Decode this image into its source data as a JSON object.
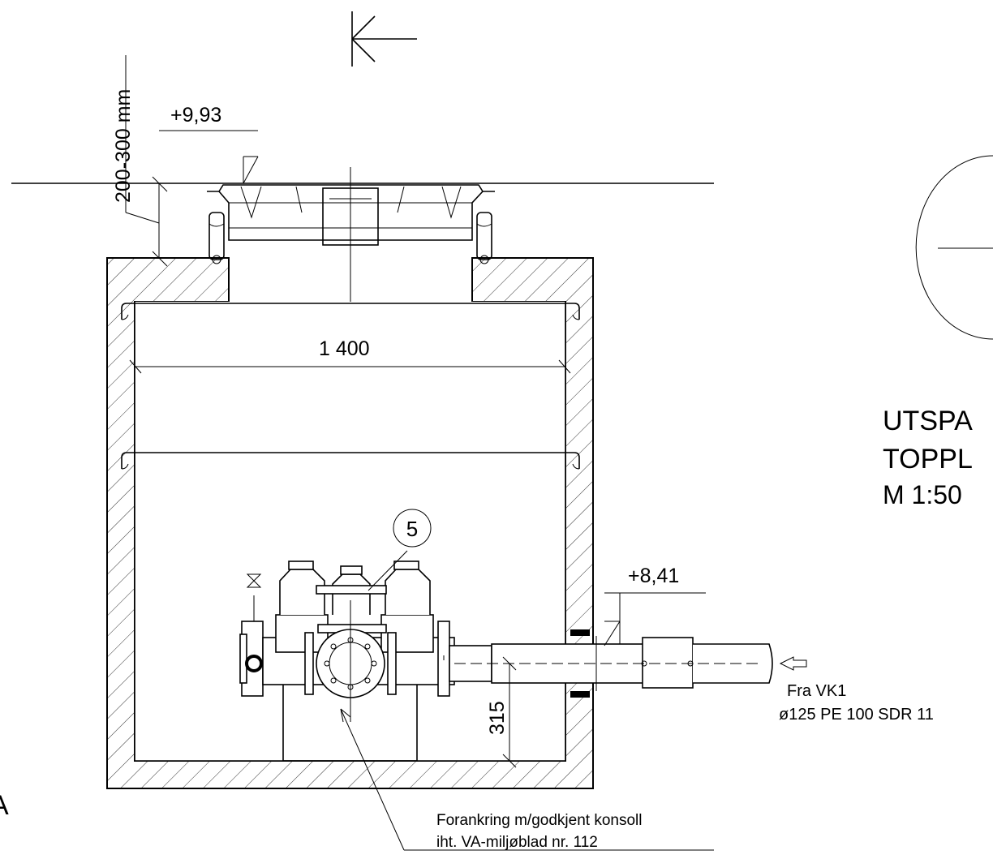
{
  "labels": {
    "level_top": "+9,93",
    "cover_range": "200-300 mm",
    "width": "1 400",
    "callout": "5",
    "level_pipe": "+8,41",
    "pipe_depth": "315",
    "inlet_from": "Fra VK1",
    "inlet_spec": "ø125 PE 100 SDR 11",
    "anchor_note_1": "Forankring m/godkjent konsoll",
    "anchor_note_2": "iht. VA-miljøblad nr. 112",
    "side_title_1": "UTSPA",
    "side_title_2": "TOPPL",
    "side_scale": "M 1:50",
    "edge_letter": "A"
  },
  "colors": {
    "line": "#000000",
    "background": "#ffffff"
  }
}
